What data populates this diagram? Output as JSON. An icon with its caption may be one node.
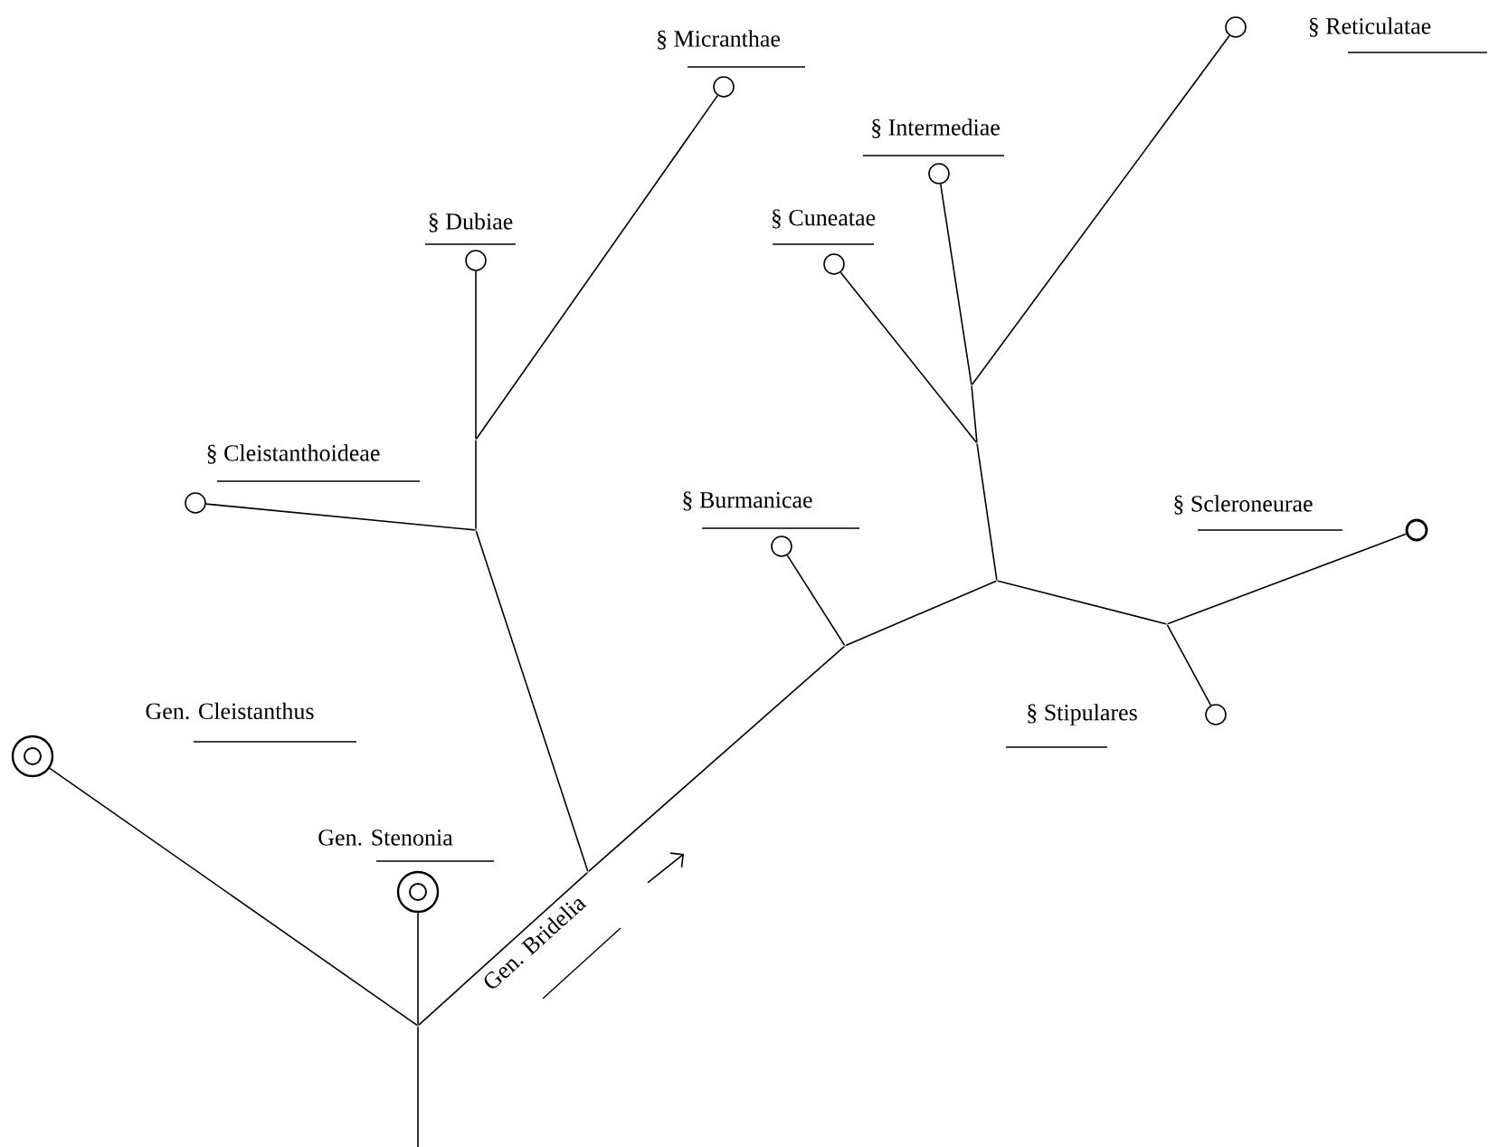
{
  "diagram": {
    "nodes": [
      {
        "text": [
          "§ Micranthae"
        ]
      },
      {
        "text": [
          "§ Reticulatae"
        ]
      },
      {
        "text": [
          "§ Intermediae"
        ]
      },
      {
        "text": [
          "§ Dubiae"
        ]
      },
      {
        "text": [
          "§ Cuneatae"
        ]
      },
      {
        "text": [
          "§ Cleistanthoideae"
        ]
      },
      {
        "text": [
          "§ Burmanicae"
        ]
      },
      {
        "text": [
          "§ Scleroneurae"
        ]
      },
      {
        "text": [
          "§ Stipulares"
        ]
      },
      {
        "text": [
          "Gen. Cleistanthus"
        ]
      },
      {
        "text": [
          "Gen. Stenonia"
        ]
      },
      {
        "text": [],
        "shape": "point"
      },
      {
        "text": [],
        "shape": "point"
      },
      {
        "text": [],
        "shape": "point"
      },
      {
        "text": [],
        "shape": "point"
      },
      {
        "text": [],
        "shape": "point"
      },
      {
        "text": [],
        "shape": "point"
      },
      {
        "text": [],
        "shape": "point"
      },
      {
        "text": [],
        "shape": "point"
      },
      {
        "text": [],
        "shape": "point"
      }
    ],
    "edges": [
      {
        "from": null,
        "to": 11,
        "arrow": "none"
      },
      {
        "from": 11,
        "to": 9,
        "arrow": "none"
      },
      {
        "from": 11,
        "to": 10,
        "arrow": "none"
      },
      {
        "from": 11,
        "to": 12,
        "arrow": "none",
        "label": "Gen. Bridelia"
      },
      {
        "from": 12,
        "to": 13,
        "arrow": "none"
      },
      {
        "from": 13,
        "to": 5,
        "arrow": "none"
      },
      {
        "from": 13,
        "to": 14,
        "arrow": "none"
      },
      {
        "from": 14,
        "to": 3,
        "arrow": "none"
      },
      {
        "from": 14,
        "to": 0,
        "arrow": "none"
      },
      {
        "from": 12,
        "to": 15,
        "arrow": "none"
      },
      {
        "from": 15,
        "to": 6,
        "arrow": "none"
      },
      {
        "from": 15,
        "to": 16,
        "arrow": "none"
      },
      {
        "from": 16,
        "to": 17,
        "arrow": "none"
      },
      {
        "from": 17,
        "to": 4,
        "arrow": "none"
      },
      {
        "from": 17,
        "to": 18,
        "arrow": "none"
      },
      {
        "from": 18,
        "to": 1,
        "arrow": "none"
      },
      {
        "from": 18,
        "to": 2,
        "arrow": "none"
      },
      {
        "from": 16,
        "to": 19,
        "arrow": "none"
      },
      {
        "from": 19,
        "to": 7,
        "arrow": "none"
      },
      {
        "from": 19,
        "to": 8,
        "arrow": "none"
      }
    ]
  }
}
